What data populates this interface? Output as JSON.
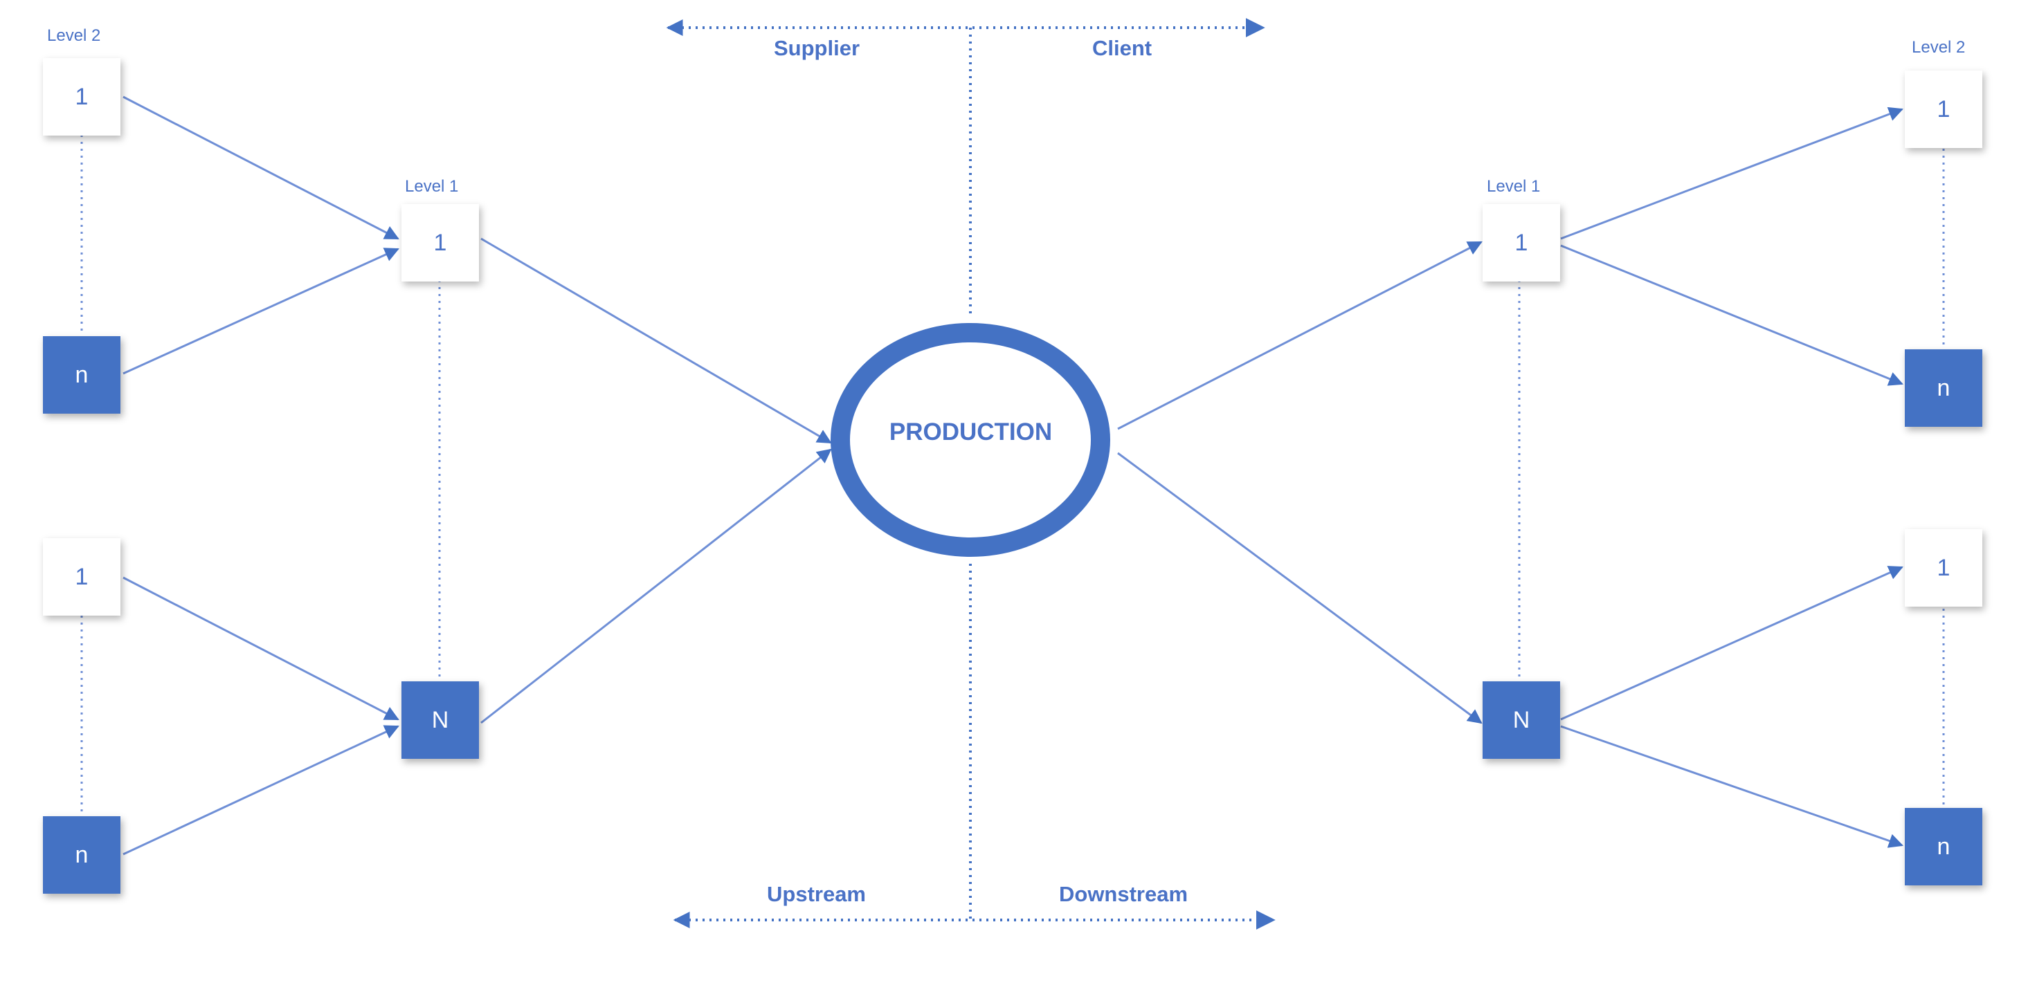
{
  "center": {
    "label": "PRODUCTION"
  },
  "axis": {
    "supplier": "Supplier",
    "client": "Client",
    "upstream": "Upstream",
    "downstream": "Downstream"
  },
  "levels": {
    "level1": "Level 1",
    "level2": "Level 2"
  },
  "nodes": {
    "one": "1",
    "small_n": "n",
    "big_n": "N"
  },
  "colors": {
    "accent": "#4472c4",
    "text": "#4a72c6",
    "line": "#6f8fd6"
  }
}
